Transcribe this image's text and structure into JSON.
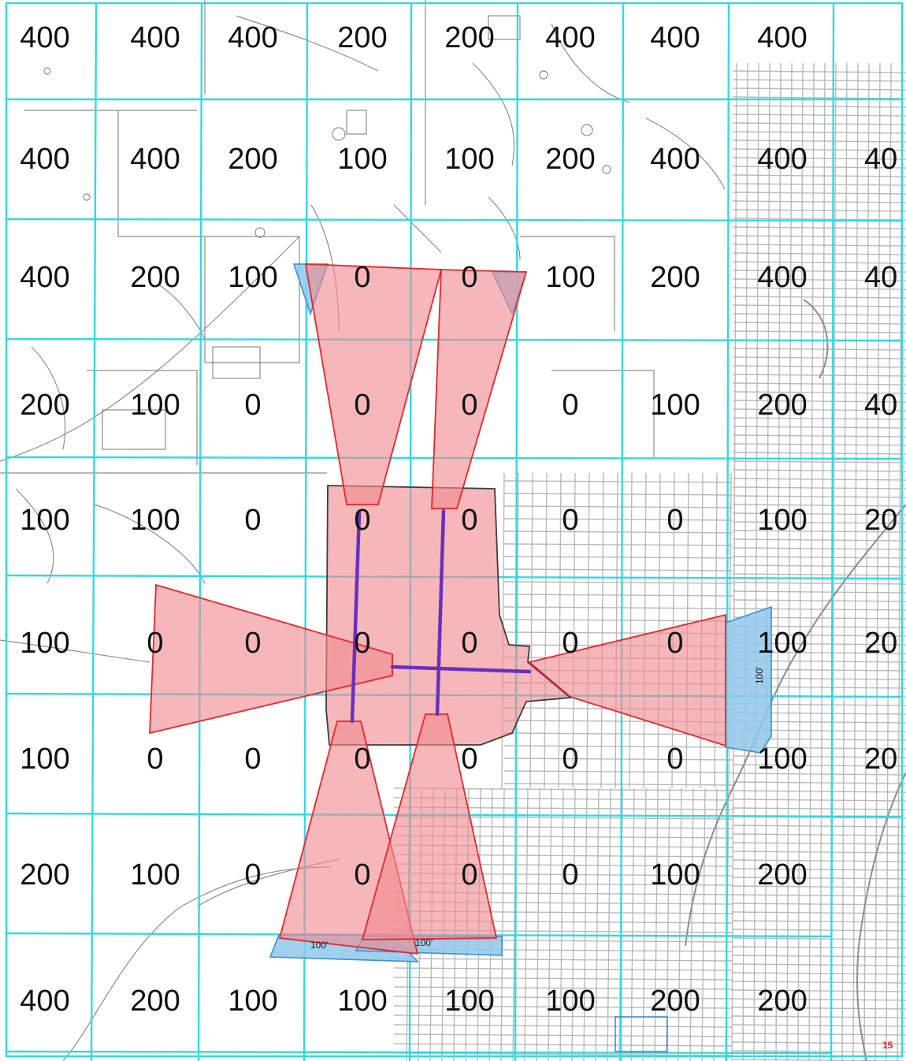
{
  "map": {
    "colors": {
      "grid": "#31d9e6",
      "hazard_fill": "#f08a8f",
      "hazard_stroke": "#e8252b",
      "buffer_fill": "#8fc8ea",
      "buffer_stroke": "#3b8fd3",
      "runway": "#6a2fbf",
      "base_line": "#8c8c8c",
      "dense_line": "#b9b9b9",
      "label": "#111111"
    },
    "grid_rows": [
      [
        "400",
        "400",
        "400",
        "200",
        "200",
        "400",
        "400",
        "400",
        ""
      ],
      [
        "400",
        "400",
        "200",
        "100",
        "100",
        "200",
        "400",
        "400",
        "40"
      ],
      [
        "400",
        "200",
        "100",
        "0",
        "0",
        "100",
        "200",
        "400",
        "40"
      ],
      [
        "200",
        "100",
        "0",
        "0",
        "0",
        "0",
        "100",
        "200",
        "40"
      ],
      [
        "100",
        "100",
        "0",
        "0",
        "0",
        "0",
        "0",
        "100",
        "20"
      ],
      [
        "100",
        "0",
        "0",
        "0",
        "0",
        "0",
        "0",
        "100",
        "20"
      ],
      [
        "100",
        "0",
        "0",
        "0",
        "0",
        "0",
        "0",
        "100",
        "20"
      ],
      [
        "200",
        "100",
        "0",
        "0",
        "0",
        "0",
        "100",
        "200",
        ""
      ],
      [
        "400",
        "200",
        "100",
        "100",
        "100",
        "100",
        "200",
        "200",
        ""
      ]
    ],
    "zone_labels": [
      "100'",
      "100'",
      "100'"
    ],
    "corner_label": "15"
  }
}
